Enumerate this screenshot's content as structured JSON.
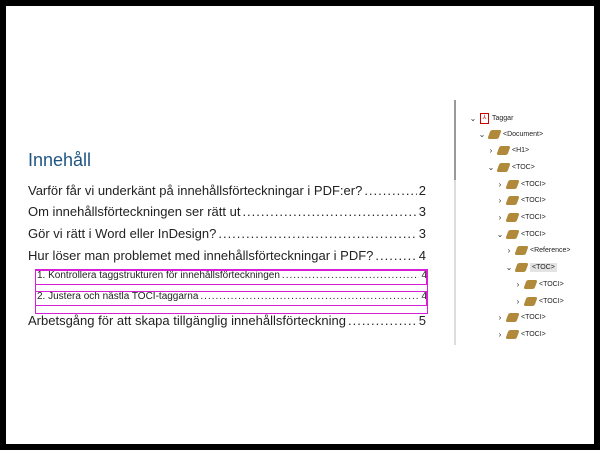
{
  "toc": {
    "title": "Innehåll",
    "entries": [
      {
        "text": "Varför får vi underkänt på innehållsförteckningar i PDF:er?",
        "page": "2"
      },
      {
        "text": "Om innehållsförteckningen ser rätt ut",
        "page": "3"
      },
      {
        "text": "Gör vi rätt i Word eller InDesign?",
        "page": "3"
      },
      {
        "text": "Hur löser man problemet med innehållsförteckningar i PDF?",
        "page": "4"
      },
      {
        "text": "1. Kontrollera taggstrukturen för innehållsförteckningen",
        "page": "4"
      },
      {
        "text": "2. Justera och nästla TOCI-taggarna",
        "page": "4"
      },
      {
        "text": "Arbetsgång för att skapa tillgänglig innehållsförteckning",
        "page": "5"
      }
    ]
  },
  "tags": {
    "root": "Taggar",
    "nodes": [
      {
        "label": "<Document>",
        "state": "open"
      },
      {
        "label": "<H1>",
        "state": "closed"
      },
      {
        "label": "<TOC>",
        "state": "open"
      },
      {
        "label": "<TOCI>",
        "state": "closed"
      },
      {
        "label": "<TOCI>",
        "state": "closed"
      },
      {
        "label": "<TOCI>",
        "state": "closed"
      },
      {
        "label": "<TOCI>",
        "state": "open"
      },
      {
        "label": "<Reference>",
        "state": "closed"
      },
      {
        "label": "<TOC>",
        "state": "open",
        "selected": true
      },
      {
        "label": "<TOCI>",
        "state": "closed"
      },
      {
        "label": "<TOCI>",
        "state": "closed"
      },
      {
        "label": "<TOCI>",
        "state": "closed"
      },
      {
        "label": "<TOCI>",
        "state": "closed"
      }
    ]
  },
  "colors": {
    "highlight": "#d61fd6",
    "heading": "#1f5582"
  }
}
